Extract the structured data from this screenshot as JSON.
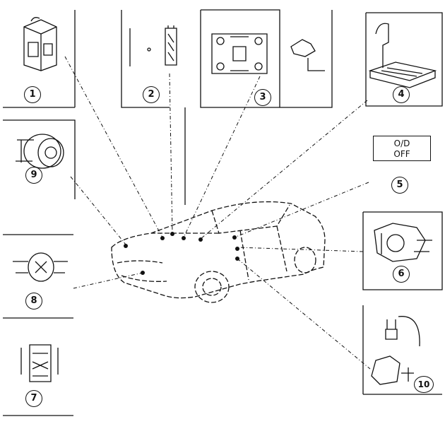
{
  "callouts": [
    "1",
    "2",
    "3",
    "4",
    "5",
    "6",
    "7",
    "8",
    "9",
    "10"
  ],
  "indicator": {
    "line1": "O/D",
    "line2": "OFF"
  }
}
